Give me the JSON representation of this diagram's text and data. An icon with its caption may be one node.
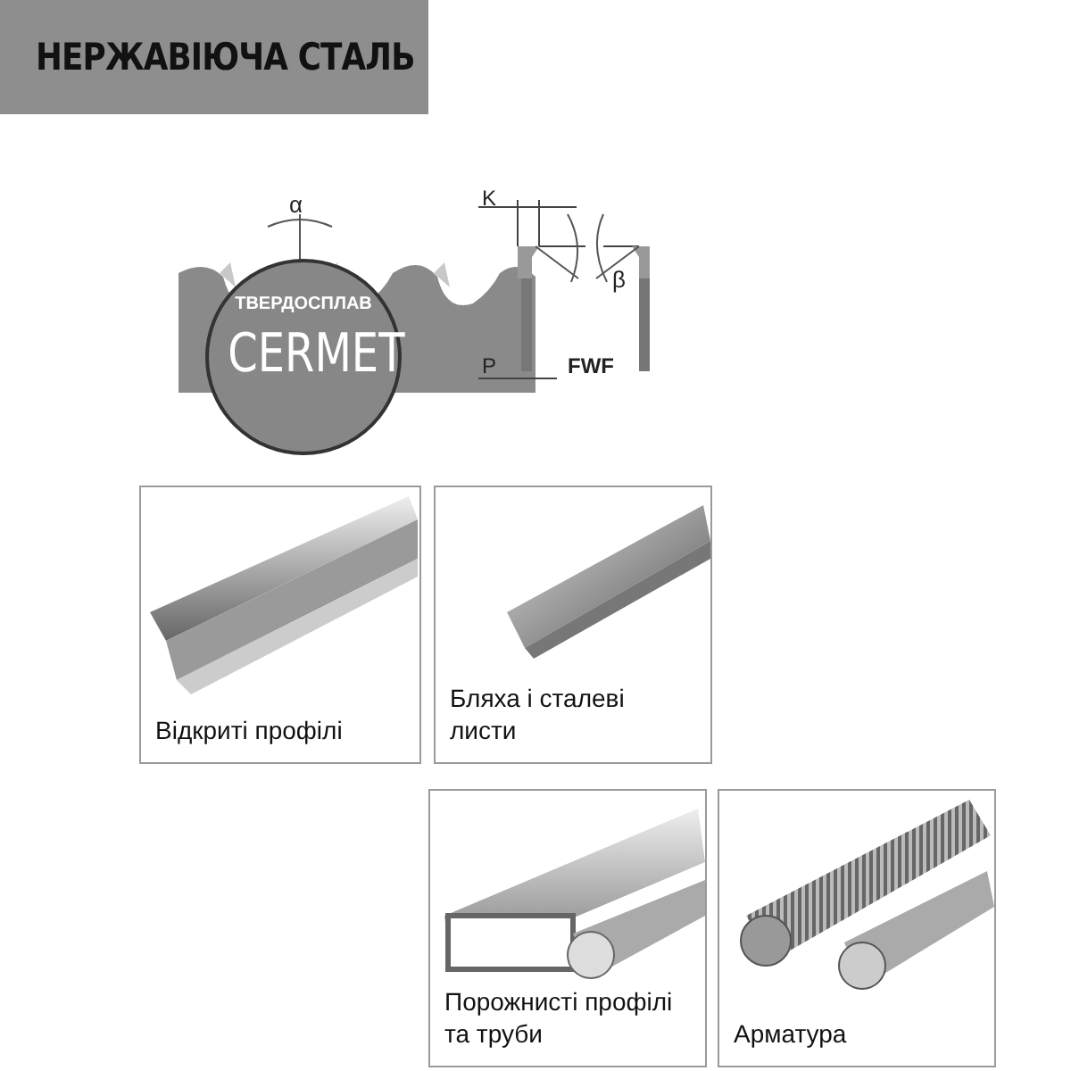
{
  "diagram": {
    "title": "НЕРЖАВІЮЧА СТАЛЬ",
    "nodes": [
      {
        "text": [
          "ТВЕРДОСПЛАВ",
          "CERMET"
        ]
      },
      {
        "text": [
          "Відкриті профілі"
        ]
      },
      {
        "text": [
          "Бляха і сталеві листи"
        ]
      },
      {
        "text": [
          "Порожнисті профілі та труби"
        ]
      },
      {
        "text": [
          "Арматура"
        ]
      }
    ],
    "labels": [
      "α",
      "K",
      "β",
      "P",
      "FWF"
    ]
  }
}
